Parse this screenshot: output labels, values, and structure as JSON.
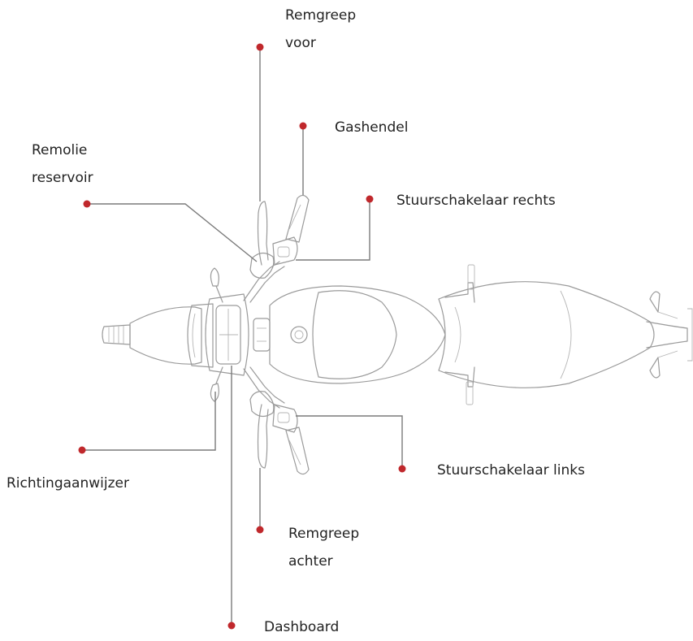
{
  "accent_color": "#c0282c",
  "callouts": {
    "brake_front": {
      "line1": "Remgreep",
      "line2": "voor"
    },
    "throttle": {
      "line1": "Gashendel"
    },
    "brake_fluid": {
      "line1": "Remolie",
      "line2": "reservoir"
    },
    "switch_right": {
      "line1": "Stuurschakelaar rechts"
    },
    "switch_left": {
      "line1": "Stuurschakelaar links"
    },
    "indicator": {
      "line1": "Richtingaanwijzer"
    },
    "brake_rear": {
      "line1": "Remgreep",
      "line2": "achter"
    },
    "dashboard": {
      "line1": "Dashboard"
    }
  }
}
